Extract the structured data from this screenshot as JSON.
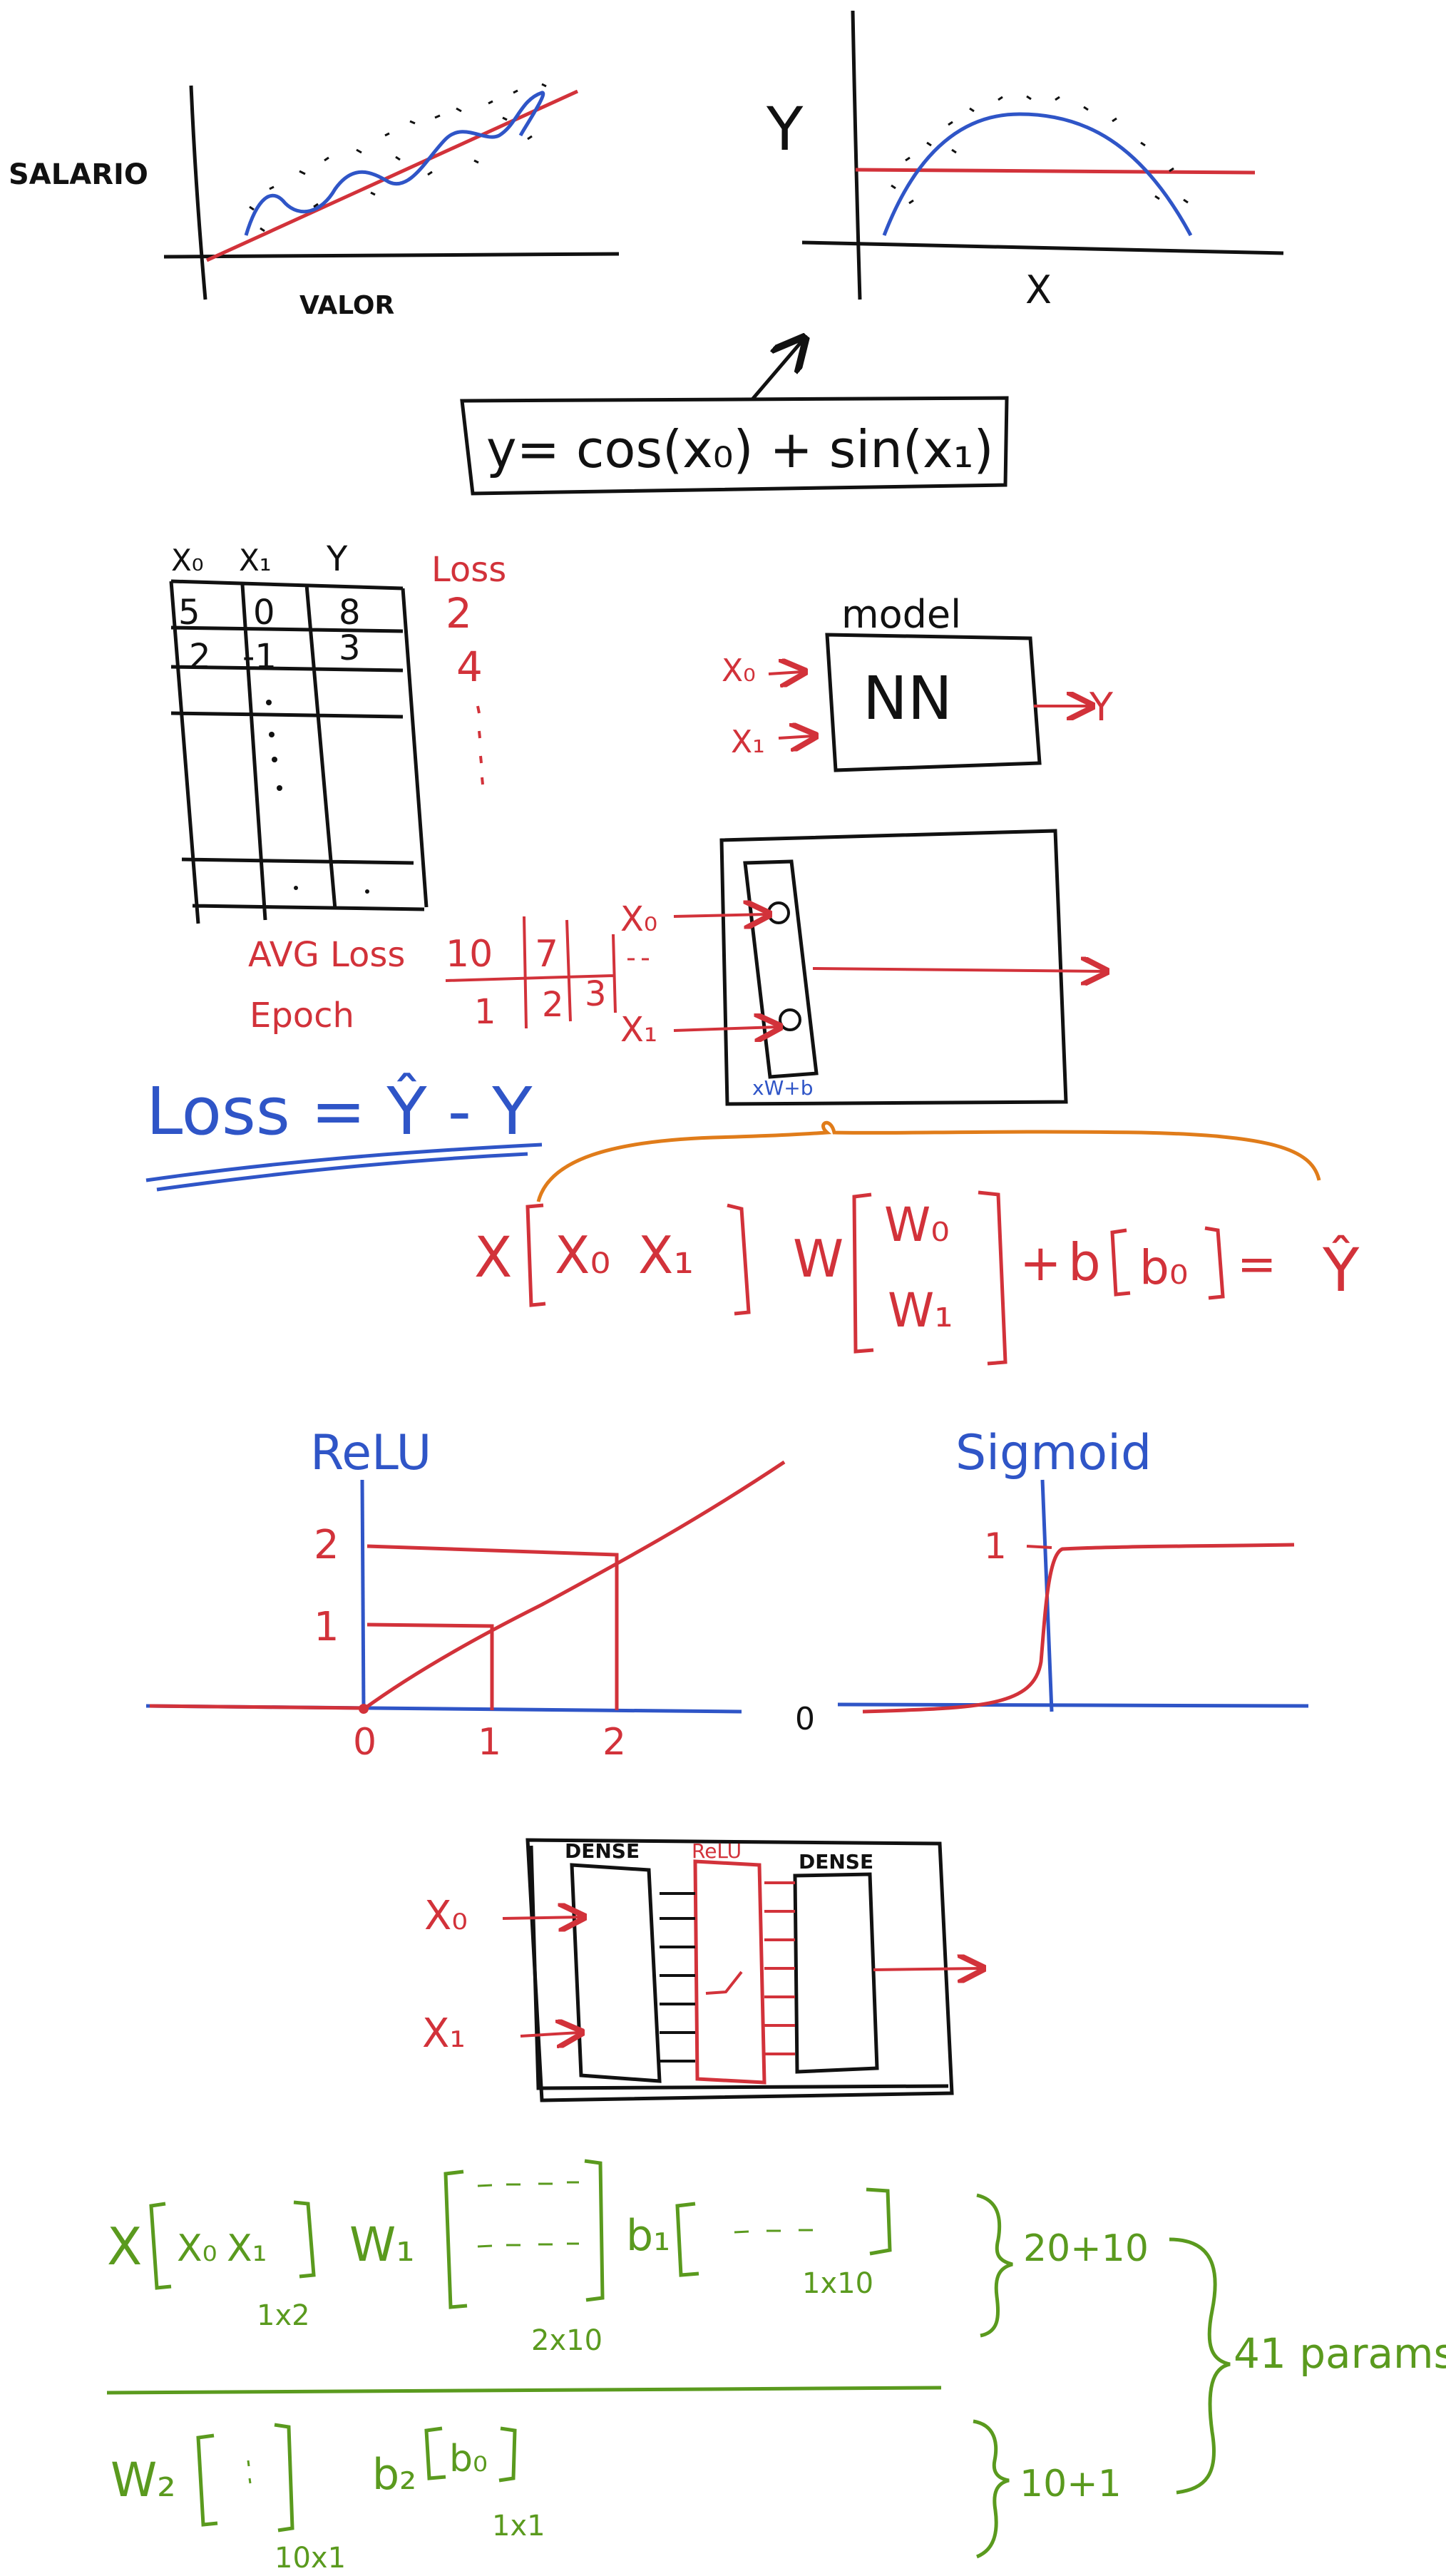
{
  "colors": {
    "ink": "#111111",
    "red": "#d2323a",
    "blue": "#2f55c7",
    "green": "#5a9a1e",
    "orange": "#e07c1a"
  },
  "chart_salary": {
    "ylabel": "SALARIO",
    "xlabel": "VALOR"
  },
  "chart_xy": {
    "ylabel": "Y",
    "xlabel": "X"
  },
  "equation": "y= cos(x₀) + sin(x₁)",
  "table": {
    "headers": [
      "X₀",
      "X₁",
      "Y"
    ],
    "rows": [
      [
        "5",
        "0",
        "8"
      ],
      [
        "2",
        "-1",
        "3"
      ]
    ],
    "loss_header": "Loss",
    "loss_values": [
      "2",
      "4"
    ]
  },
  "model": {
    "title": "model",
    "box_label": "NN",
    "inputs": [
      "X₀",
      "X₁"
    ],
    "output": "Y"
  },
  "avg_loss": {
    "row_label": "AVG Loss",
    "epoch_label": "Epoch",
    "losses": [
      "10",
      "7"
    ],
    "epochs": [
      "1",
      "2",
      "3"
    ]
  },
  "neuron_box": {
    "inputs": [
      "X₀",
      "X₁"
    ],
    "layer_label": "xW+b"
  },
  "loss_formula": "Loss = Ŷ - Y",
  "matrix_eq": {
    "x": "X",
    "x_entries": [
      "X₀",
      "X₁"
    ],
    "w": "W",
    "w_entries": [
      "W₀",
      "W₁"
    ],
    "plus": "+",
    "b": "b",
    "b_entries": [
      "b₀"
    ],
    "eq": "=",
    "yhat": "Ŷ"
  },
  "relu": {
    "title": "ReLU",
    "y_ticks": [
      "1",
      "2"
    ],
    "x_ticks": [
      "0",
      "1",
      "2"
    ]
  },
  "sigmoid": {
    "title": "Sigmoid",
    "y_tick": "1",
    "x_tick": "0"
  },
  "network": {
    "layers": [
      "DENSE",
      "ReLU",
      "DENSE"
    ],
    "inputs": [
      "X₀",
      "X₁"
    ]
  },
  "params": {
    "x": "X",
    "x_entries": [
      "X₀",
      "X₁"
    ],
    "x_dim": "1x2",
    "w1": "W₁",
    "w1_dim": "2x10",
    "b1": "b₁",
    "b1_dim": "1x10",
    "group1": "20+10",
    "w2": "W₂",
    "w2_dim": "10x1",
    "b2": "b₂",
    "b2_entries": [
      "b₀"
    ],
    "b2_dim": "1x1",
    "group2": "10+1",
    "total": "41 params"
  }
}
